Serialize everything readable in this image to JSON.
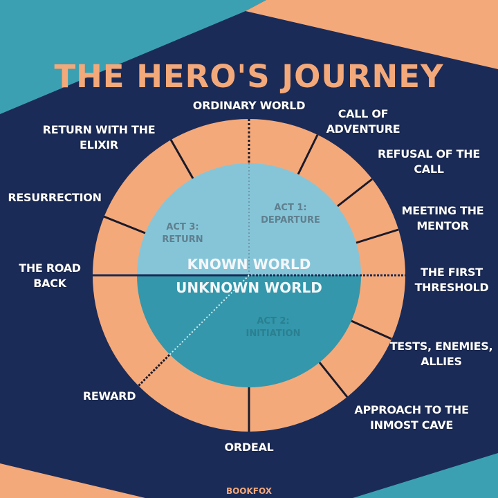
{
  "header": {
    "title": "THE HERO'S JOURNEY"
  },
  "colors": {
    "background": "#1b2b57",
    "teal_shape": "#3ba1b2",
    "peach": "#f4a97a",
    "known_world": "#86c5d8",
    "unknown_world": "#3497ab",
    "act_text_known": "#5f7f8e",
    "act_text_unknown": "#2a7f90"
  },
  "stages": [
    {
      "id": "ordinary-world",
      "label_line1": "ORDINARY WORLD",
      "label_line2": ""
    },
    {
      "id": "call-of-adventure",
      "label_line1": "CALL OF",
      "label_line2": "ADVENTURE"
    },
    {
      "id": "refusal-of-the-call",
      "label_line1": "REFUSAL OF THE",
      "label_line2": "CALL"
    },
    {
      "id": "meeting-the-mentor",
      "label_line1": "MEETING THE",
      "label_line2": "MENTOR"
    },
    {
      "id": "the-first-threshold",
      "label_line1": "THE FIRST",
      "label_line2": "THRESHOLD"
    },
    {
      "id": "tests-enemies-allies",
      "label_line1": "TESTS, ENEMIES,",
      "label_line2": "ALLIES"
    },
    {
      "id": "approach-to-the-inmost-cave",
      "label_line1": "APPROACH TO THE",
      "label_line2": "INMOST CAVE"
    },
    {
      "id": "ordeal",
      "label_line1": "ORDEAL",
      "label_line2": ""
    },
    {
      "id": "reward",
      "label_line1": "REWARD",
      "label_line2": ""
    },
    {
      "id": "the-road-back",
      "label_line1": "THE ROAD",
      "label_line2": "BACK"
    },
    {
      "id": "resurrection",
      "label_line1": "RESURRECTION",
      "label_line2": ""
    },
    {
      "id": "return-with-the-elixir",
      "label_line1": "RETURN WITH THE",
      "label_line2": "ELIXIR"
    }
  ],
  "acts": [
    {
      "id": "act-1",
      "line1": "ACT 1:",
      "line2": "DEPARTURE"
    },
    {
      "id": "act-2",
      "line1": "ACT 2:",
      "line2": "INITIATION"
    },
    {
      "id": "act-3",
      "line1": "ACT 3:",
      "line2": "RETURN"
    }
  ],
  "worlds": {
    "known": "KNOWN WORLD",
    "unknown": "UNKNOWN WORLD"
  },
  "footer": {
    "credit": "BOOKFOX"
  }
}
